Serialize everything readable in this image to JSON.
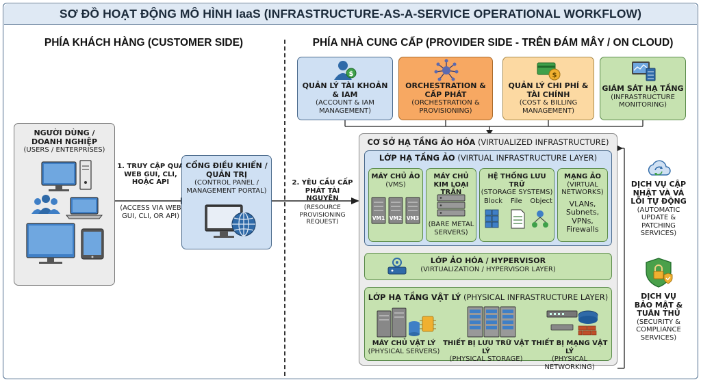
{
  "title": "SƠ ĐỒ HOẠT ĐỘNG MÔ HÌNH IaaS (INFRASTRUCTURE-AS-A-SERVICE OPERATIONAL WORKFLOW)",
  "customer_side": {
    "heading": "PHÍA KHÁCH HÀNG (CUSTOMER SIDE)",
    "users": {
      "line1": "NGƯỜI DÙNG /",
      "line2": "DOANH NGHIỆP",
      "line3": "(USERS / ENTERPRISES)"
    },
    "step1": {
      "line1": "1. TRUY CẬP QUA",
      "line2": "WEB GUI, CLI,",
      "line3": "HOẶC API",
      "line4": "(ACCESS VIA WEB",
      "line5": "GUI, CLI, OR API)"
    },
    "portal": {
      "line1": "CỔNG ĐIỀU KHIỂN /",
      "line2": "QUẢN TRỊ",
      "line3": "(CONTROL PANEL /",
      "line4": "MANAGEMENT PORTAL)"
    },
    "step2": {
      "line1": "2. YÊU CẦU CẤP",
      "line2": "PHÁT TÀI NGUYÊN",
      "line3": "(RESOURCE",
      "line4": "PROVISIONING",
      "line5": "REQUEST)"
    }
  },
  "provider_side": {
    "heading": "PHÍA NHÀ CUNG CẤP (PROVIDER SIDE - TRÊN ĐÁM MÂY / ON CLOUD)",
    "services": [
      {
        "line1": "QUẢN LÝ TÀI KHOẢN",
        "line2": "& IAM",
        "line3": "(ACCOUNT & IAM",
        "line4": "MANAGEMENT)",
        "icon": "user-money-icon"
      },
      {
        "line1": "ORCHESTRATION &",
        "line2": "CẤP PHÁT",
        "line3": "(ORCHESTRATION &",
        "line4": "PROVISIONING)",
        "icon": "network-hub-icon"
      },
      {
        "line1": "QUẢN LÝ CHI PHÍ &",
        "line2": "TÀI CHÍNH",
        "line3": "(COST & BILLING",
        "line4": "MANAGEMENT)",
        "icon": "billing-icon"
      },
      {
        "line1": "GIÁM SÁT HẠ TẦNG",
        "line2": "",
        "line3": "(INFRASTRUCTURE",
        "line4": "MONITORING)",
        "icon": "monitoring-icon"
      }
    ],
    "virtualized": {
      "title_bold": "CƠ SỞ HẠ TẦNG ẢO HÓA",
      "title_rest": "(VIRTUALIZED INFRASTRUCTURE)",
      "virtual_layer": {
        "title_bold": "LỚP HẠ TẦNG ẢO",
        "title_rest": "(VIRTUAL INFRASTRUCTURE LAYER)",
        "vms": {
          "line1": "MÁY CHỦ ẢO",
          "line2": "(VMS)",
          "vm_labels": [
            "VM1",
            "VM2",
            "VM3"
          ]
        },
        "bare_metal": {
          "line1": "MÁY CHỦ",
          "line2": "KIM LOẠI TRẦN",
          "line3": "(BARE METAL",
          "line4": "SERVERS)"
        },
        "storage": {
          "line1": "HỆ THỐNG LƯU TRỮ",
          "line2": "(STORAGE SYSTEMS)",
          "types": [
            "Block",
            "File",
            "Object"
          ]
        },
        "network": {
          "line1": "MẠNG ẢO",
          "line2": "(VIRTUAL",
          "line3": "NETWORKS)",
          "items": [
            "VLANs,",
            "Subnets,",
            "VPNs,",
            "Firewalls"
          ]
        }
      },
      "hypervisor": {
        "line1": "LỚP ẢO HÓA / HYPERVISOR",
        "line2": "(VIRTUALIZATION / HYPERVISOR LAYER)"
      },
      "physical": {
        "title_bold": "LỚP HẠ TẦNG VẬT LÝ",
        "title_rest": "(PHYSICAL INFRASTRUCTURE LAYER)",
        "servers": {
          "line1": "MÁY CHỦ VẬT LÝ",
          "line2": "(PHYSICAL SERVERS)"
        },
        "storage": {
          "line1": "THIẾT BỊ LƯU TRỮ VẬT LÝ",
          "line2": "(PHYSICAL STORAGE)"
        },
        "networking": {
          "line1": "THIẾT BỊ MẠNG VẬT LÝ",
          "line2": "(PHYSICAL NETWORKING)"
        }
      }
    },
    "auto_update": {
      "line1": "DỊCH VỤ CẬP",
      "line2": "NHẬT VÀ VÁ",
      "line3": "LỖI TỰ ĐỘNG",
      "line4": "(AUTOMATIC",
      "line5": "UPDATE &",
      "line6": "PATCHING",
      "line7": "SERVICES)"
    },
    "security": {
      "line1": "DỊCH VỤ",
      "line2": "BẢO MẬT &",
      "line3": "TUÂN THỦ",
      "line4": "(SECURITY &",
      "line5": "COMPLIANCE",
      "line6": "SERVICES)"
    }
  },
  "colors": {
    "blue": "#cfe0f3",
    "orange": "#f7a862",
    "yellow": "#fcd9a2",
    "green": "#c6e2b0",
    "gray": "#ececec",
    "outline": "#4a6a8c"
  }
}
